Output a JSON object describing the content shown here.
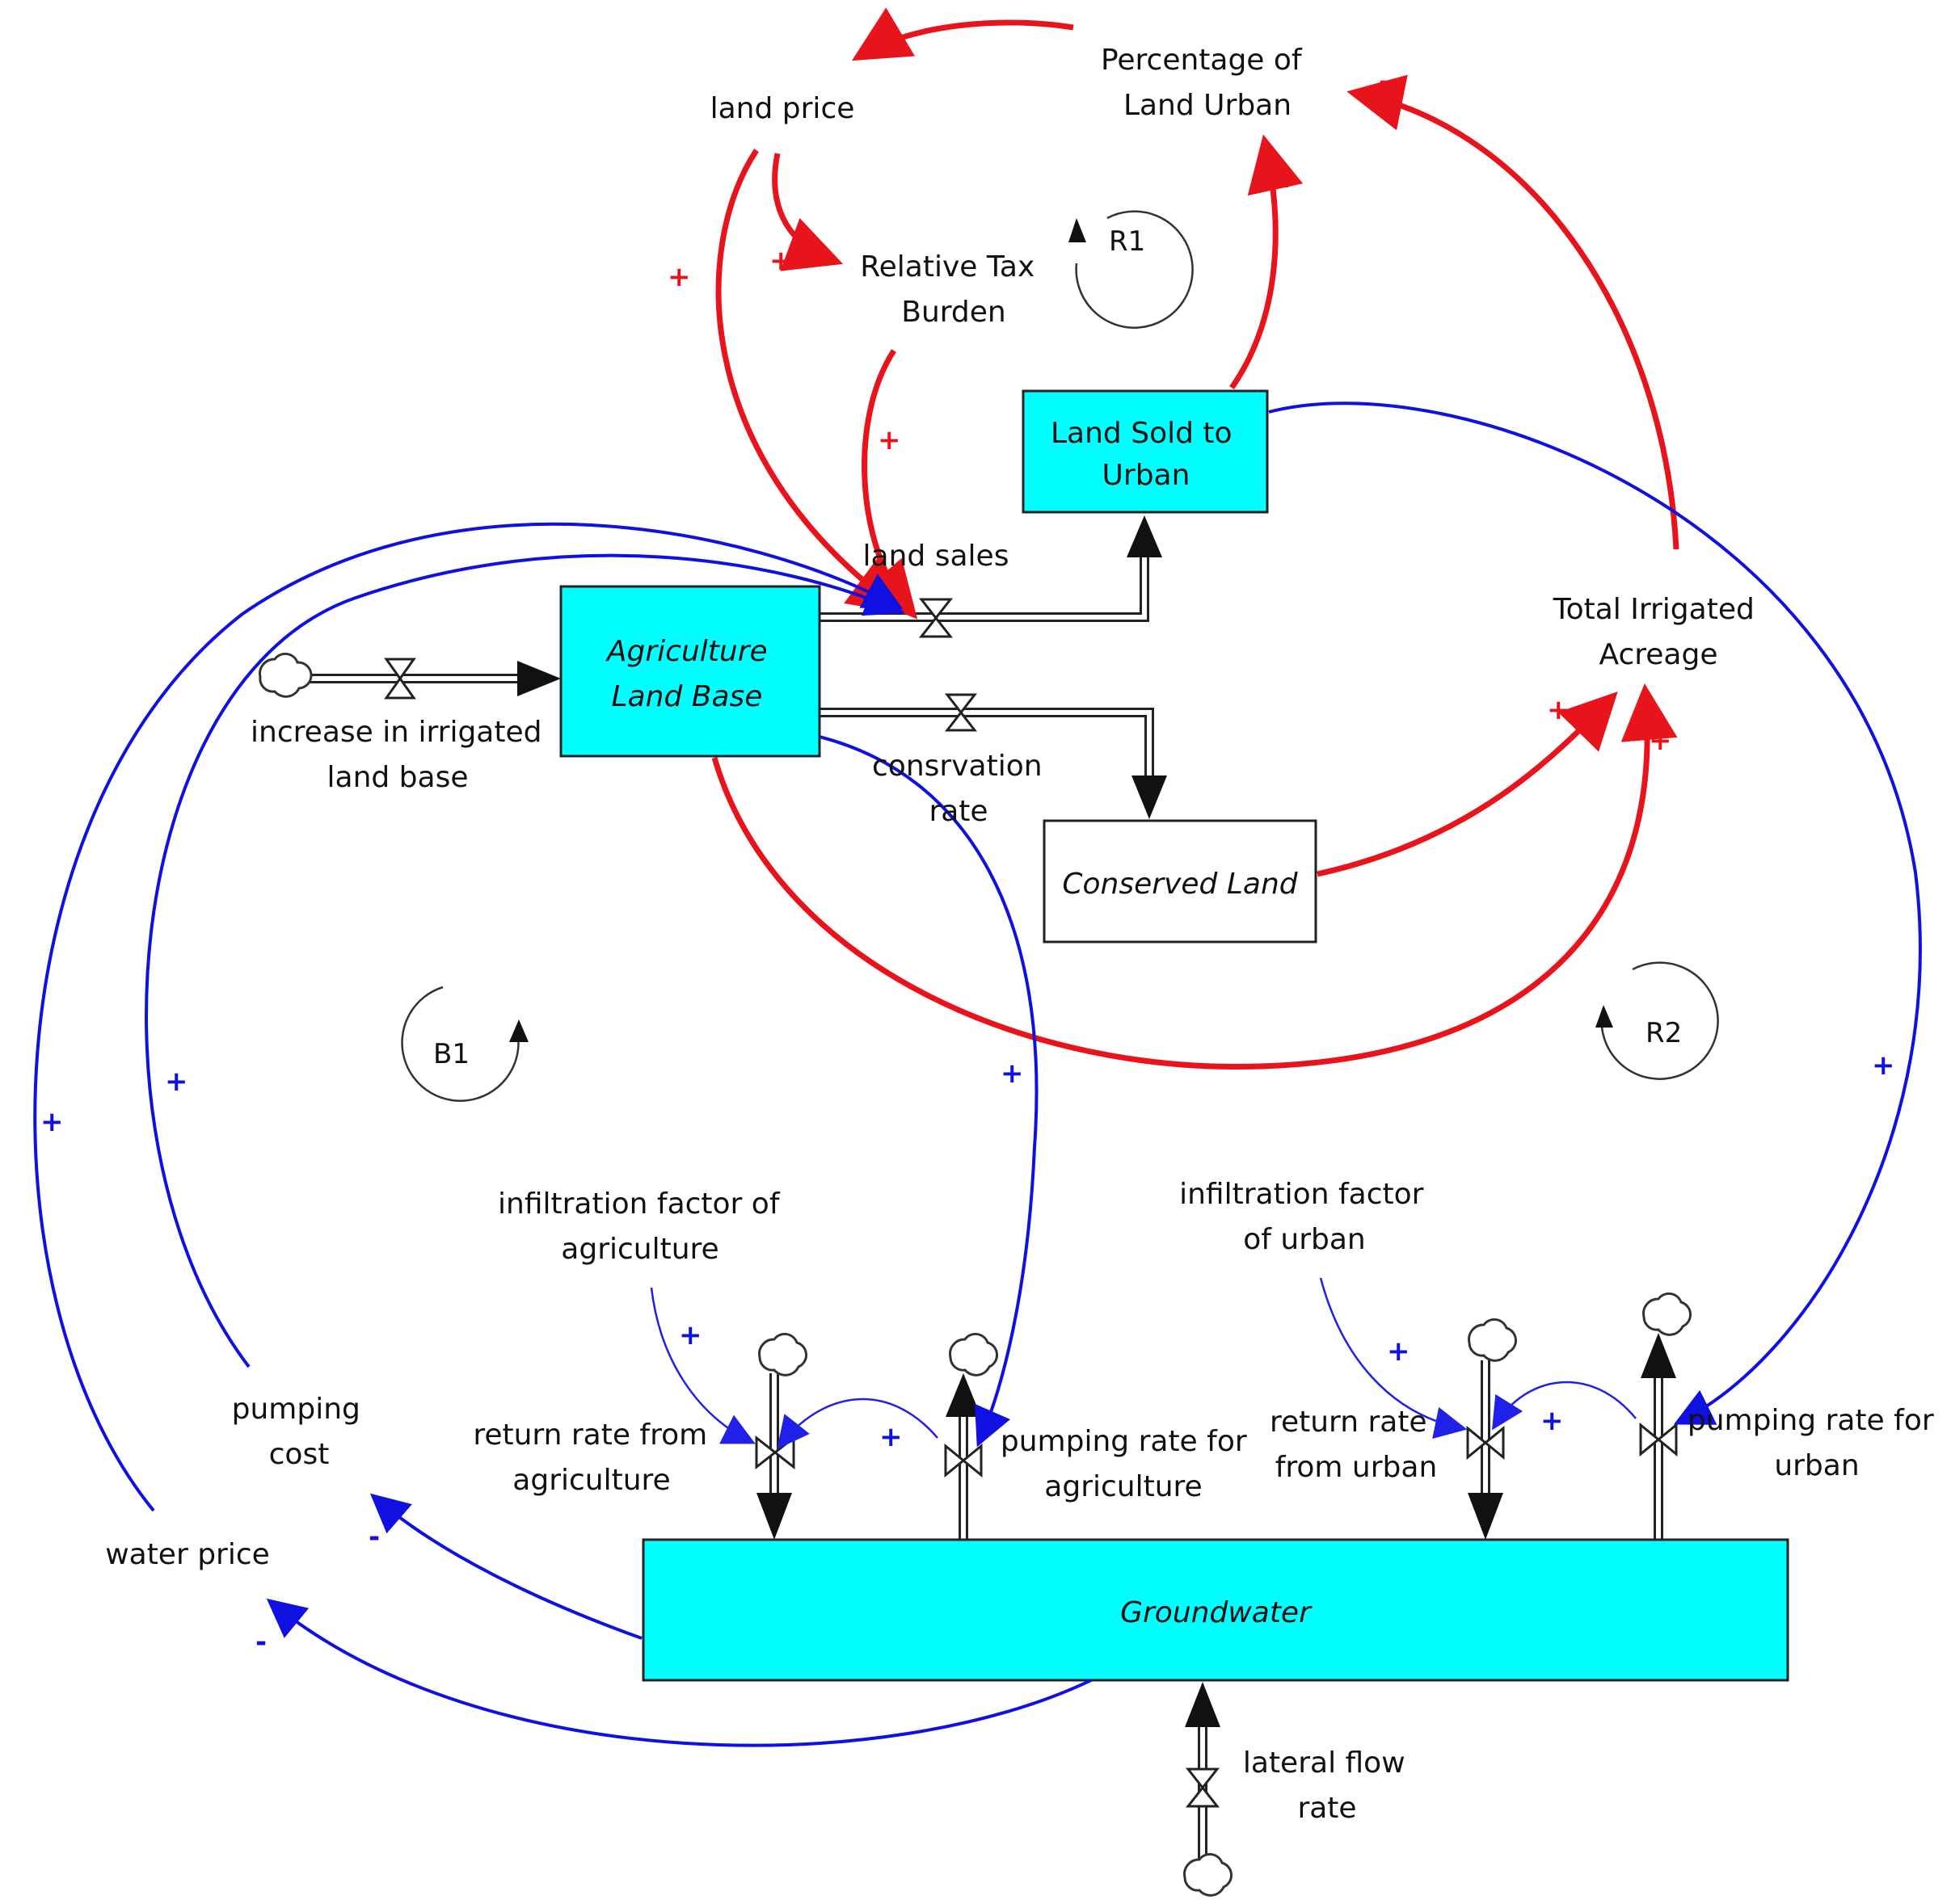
{
  "colors": {
    "stock_fill": "#00ffff",
    "red_link": "#e8141c",
    "blue_link": "#1010e0",
    "flow": "#222222"
  },
  "stocks": {
    "agriculture": [
      "Agriculture",
      "Land Base"
    ],
    "land_sold": [
      "Land Sold to",
      "Urban"
    ],
    "conserved": "Conserved Land",
    "groundwater": "Groundwater"
  },
  "variables": {
    "percentage_urban": [
      "Percentage of",
      "Land Urban"
    ],
    "land_price": "land price",
    "relative_tax": [
      "Relative Tax",
      "Burden"
    ],
    "land_sales": "land sales",
    "total_irrigated": [
      "Total Irrigated",
      "Acreage"
    ],
    "increase_irrigated": [
      "increase in irrigated",
      "land base"
    ],
    "conservation_rate": [
      "consrvation",
      "rate"
    ],
    "infil_ag": [
      "infiltration factor of",
      "agriculture"
    ],
    "infil_urban": [
      "infiltration factor",
      "of urban"
    ],
    "return_ag": [
      "return rate from",
      "agriculture"
    ],
    "pumping_ag": [
      "pumping rate for",
      "agriculture"
    ],
    "return_urban": [
      "return rate",
      "from urban"
    ],
    "pumping_urban": [
      "pumping rate for",
      "urban"
    ],
    "pumping_cost": [
      "pumping",
      "cost"
    ],
    "water_price": "water price",
    "lateral_flow": [
      "lateral flow",
      "rate"
    ]
  },
  "loops": {
    "r1": "R1",
    "r2": "R2",
    "b1": "B1"
  },
  "polarity": {
    "plus": "+",
    "minus": "-"
  }
}
